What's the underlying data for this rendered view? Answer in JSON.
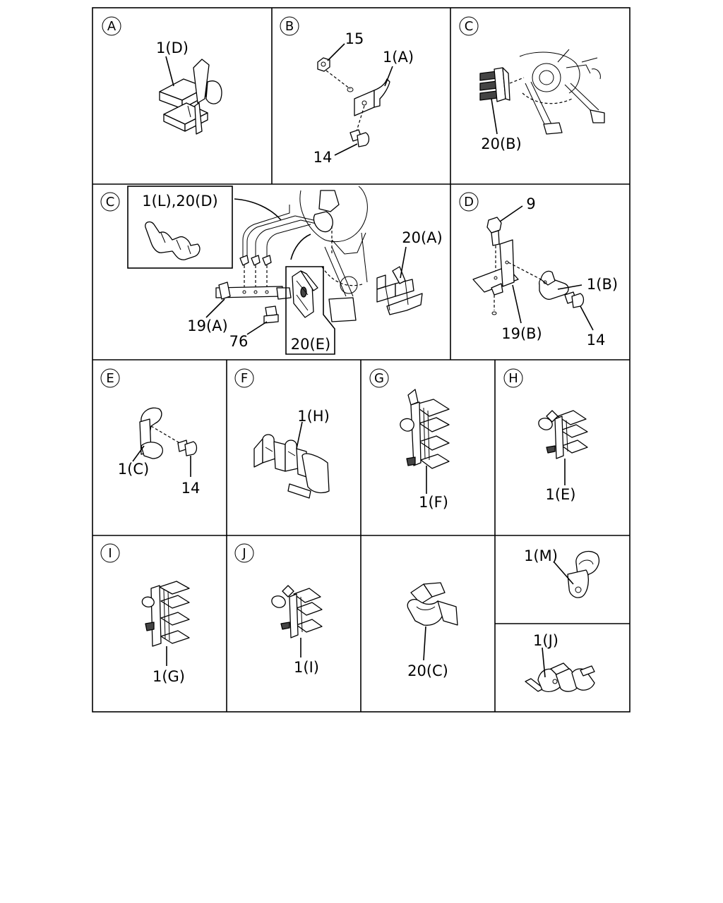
{
  "panels": {
    "A": {
      "letter": "A",
      "labels": [
        "1(D)"
      ]
    },
    "B": {
      "letter": "B",
      "labels": [
        "15",
        "1(A)",
        "14"
      ]
    },
    "C_top": {
      "letter": "C",
      "labels": [
        "20(B)"
      ]
    },
    "C_mid": {
      "letter": "C",
      "labels": [
        "1(L),20(D)",
        "20(A)",
        "19(A)",
        "76",
        "20(E)"
      ]
    },
    "D": {
      "letter": "D",
      "labels": [
        "9",
        "1(B)",
        "19(B)",
        "14"
      ]
    },
    "E": {
      "letter": "E",
      "labels": [
        "1(C)",
        "14"
      ]
    },
    "F": {
      "letter": "F",
      "labels": [
        "1(H)"
      ]
    },
    "G": {
      "letter": "G",
      "labels": [
        "1(F)"
      ]
    },
    "H": {
      "letter": "H",
      "labels": [
        "1(E)"
      ]
    },
    "I": {
      "letter": "I",
      "labels": [
        "1(G)"
      ]
    },
    "J": {
      "letter": "J",
      "labels": [
        "1(I)"
      ]
    },
    "K": {
      "letter": "",
      "labels": [
        "20(C)"
      ]
    },
    "M": {
      "letter": "",
      "labels": [
        "1(M)"
      ]
    },
    "L": {
      "letter": "",
      "labels": [
        "1(J)"
      ]
    }
  }
}
